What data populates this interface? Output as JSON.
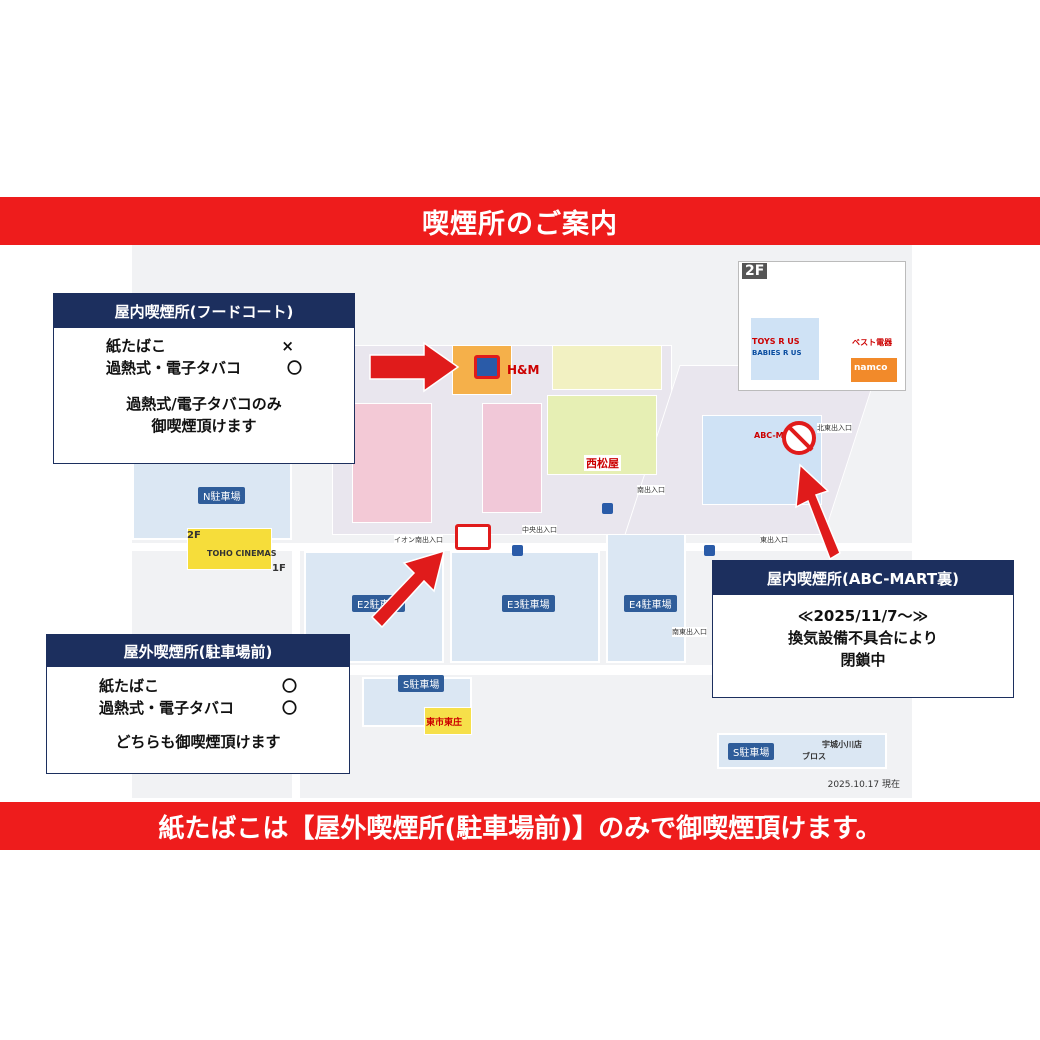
{
  "banner_top": "喫煙所のご案内",
  "banner_bottom": "紙たばこは【屋外喫煙所(駐車場前)】のみで御喫煙頂けます。",
  "map": {
    "date": "2025.10.17 現在",
    "floor_2f": "2F",
    "floor_1f": "1F",
    "parking_labels": [
      "N駐車場",
      "E2駐車場",
      "E3駐車場",
      "E4駐車場",
      "S駐車場",
      "S駐車場"
    ],
    "store_labels": [
      "H&M",
      "西松屋",
      "ABC-MART",
      "TOHO CINEMAS",
      "namco",
      "TOYS R US",
      "BABIES R US",
      "ベスト電器",
      "東市東庄",
      "宇城小川店",
      "ブロス"
    ],
    "entrance_labels": [
      "イオン南出入口",
      "中央出入口",
      "南出入口",
      "北東出入口",
      "南東出入口",
      "東出入口"
    ]
  },
  "callouts": {
    "indoor_food": {
      "title": "屋内喫煙所(フードコート)",
      "line1_label": "紙たばこ",
      "line1_mark": "×",
      "line2_label": "過熱式・電子タバコ",
      "line2_mark": "〇",
      "note1": "過熱式/電子タバコのみ",
      "note2": "御喫煙頂けます"
    },
    "outdoor": {
      "title": "屋外喫煙所(駐車場前)",
      "line1_label": "紙たばこ",
      "line1_mark": "〇",
      "line2_label": "過熱式・電子タバコ",
      "line2_mark": "〇",
      "note1": "どちらも御喫煙頂けます"
    },
    "abc": {
      "title": "屋内喫煙所(ABC-MART裏)",
      "line1": "≪2025/11/7～≫",
      "line2": "換気設備不具合により",
      "line3": "閉鎖中"
    }
  },
  "colors": {
    "banner": "#ee1c1c",
    "callout_head": "#1c2f5e",
    "arrow": "#e01b1b",
    "parking": "#dbe7f3"
  }
}
